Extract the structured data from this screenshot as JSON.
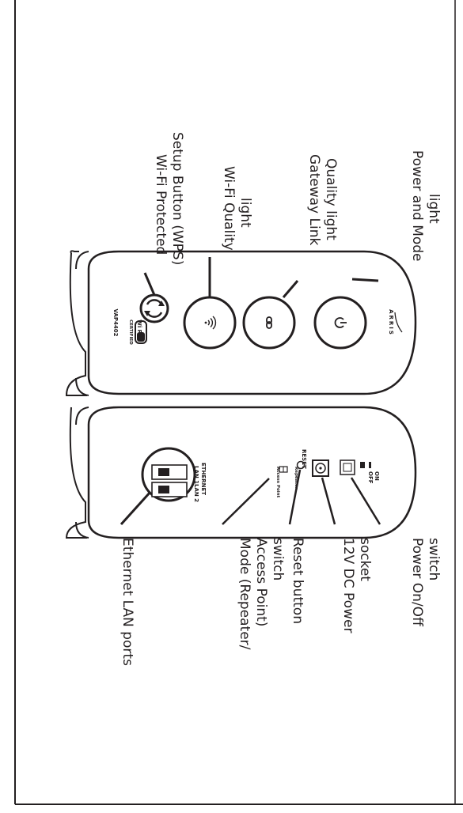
{
  "front_view": {
    "brand": "ARRIS",
    "model": "VAP4402",
    "wifi_logo_word": "Wi Fi",
    "wifi_logo_sub": "CERTIFIED",
    "labels": {
      "power_mode": [
        "Power and Mode",
        "light"
      ],
      "gateway_link": [
        "Gateway Link",
        "Quality light"
      ],
      "wifi_quality": [
        "Wi-Fi Quality",
        "light"
      ],
      "wps": [
        "Wi-Fi Protected",
        "Setup Button (WPS)"
      ]
    }
  },
  "back_view": {
    "switch_on": "ON",
    "switch_off": "OFF",
    "reset_text": "RESET",
    "mode_repeater": "Repeater",
    "mode_ap": "Access Point",
    "ethernet_heading": "ETHERNET",
    "lan1": "LAN 1",
    "lan2": "LAN 2",
    "labels": {
      "power_switch": [
        "Power On/Off",
        "switch"
      ],
      "dc_socket": [
        "12V DC Power",
        "socket"
      ],
      "reset": [
        "Reset button"
      ],
      "mode_switch": [
        "Mode (Repeater/",
        "Access Point)",
        "switch"
      ],
      "ethernet": [
        "Ethernet LAN ports"
      ]
    }
  },
  "colors": {
    "ink": "#231f20",
    "background": "#ffffff"
  }
}
